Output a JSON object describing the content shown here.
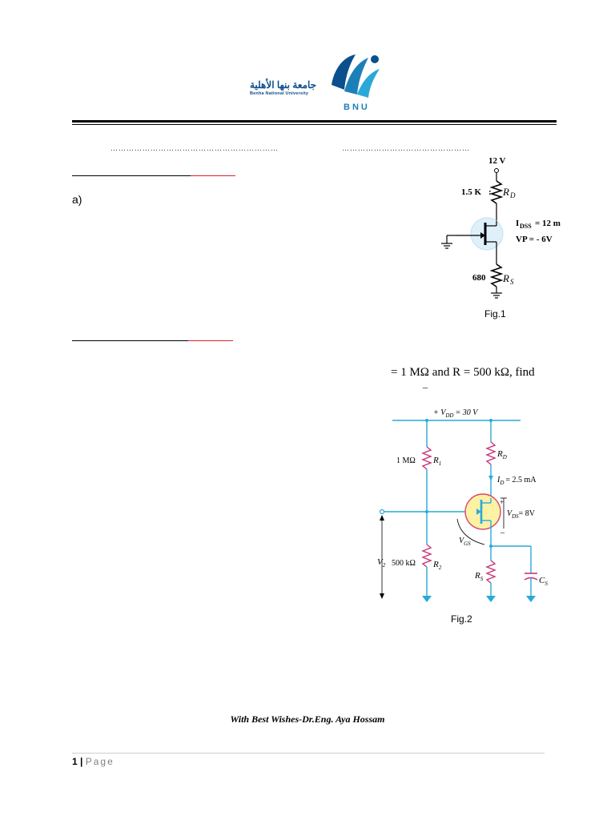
{
  "header": {
    "logo_arabic": "جامعة بنها الأهلية",
    "logo_english": "Benha National University",
    "logo_abbr": "BNU",
    "dots_left": "………………………………………………………",
    "dots_right": "…………………………………………"
  },
  "question1": {
    "part_label": "a)"
  },
  "fig1": {
    "supply": "12 V",
    "rd_value": "1.5 K",
    "rd_label": "R",
    "rd_sub": "D",
    "idss_label": "I",
    "idss_sub": "DSS",
    "idss_value": "= 12 m",
    "vp_label": "VP = - 6V",
    "rs_value": "680",
    "rs_label": "R",
    "rs_sub": "S",
    "caption": "Fig.1"
  },
  "question2": {
    "text": "= 1 MΩ and R  = 500 kΩ, find",
    "dash": "–"
  },
  "fig2": {
    "vdd_prefix": "+ V",
    "vdd_sub": "DD",
    "vdd_value": "= 30 V",
    "r1_value": "1 MΩ",
    "r1_label": "R",
    "r1_sub": "1",
    "r2_value": "500 kΩ",
    "r2_label": "R",
    "r2_sub": "2",
    "rd_label": "R",
    "rd_sub": "D",
    "id_label": "I",
    "id_sub": "D",
    "id_value": "= 2.5 mA",
    "vds_label": "V",
    "vds_sub": "DS",
    "vds_value": "= 8V",
    "vgs_label": "V",
    "vgs_sub": "GS",
    "v2_label": "V",
    "v2_sub": "2",
    "rs_label": "R",
    "rs_sub": "S",
    "cs_label": "C",
    "cs_sub": "S",
    "caption": "Fig.2"
  },
  "footer": {
    "wishes": "With Best Wishes-Dr.Eng. Aya Hossam",
    "page_number": "1",
    "separator": " | ",
    "page_label": "Page"
  },
  "colors": {
    "wire_blue": "#2aa9d8",
    "jfet_fill": "#fbf2a6",
    "jfet_stroke": "#d94a6a",
    "resistor_pink": "#c8347a",
    "accent_red": "#d9252a",
    "logo_blue": "#0b4f8c"
  }
}
